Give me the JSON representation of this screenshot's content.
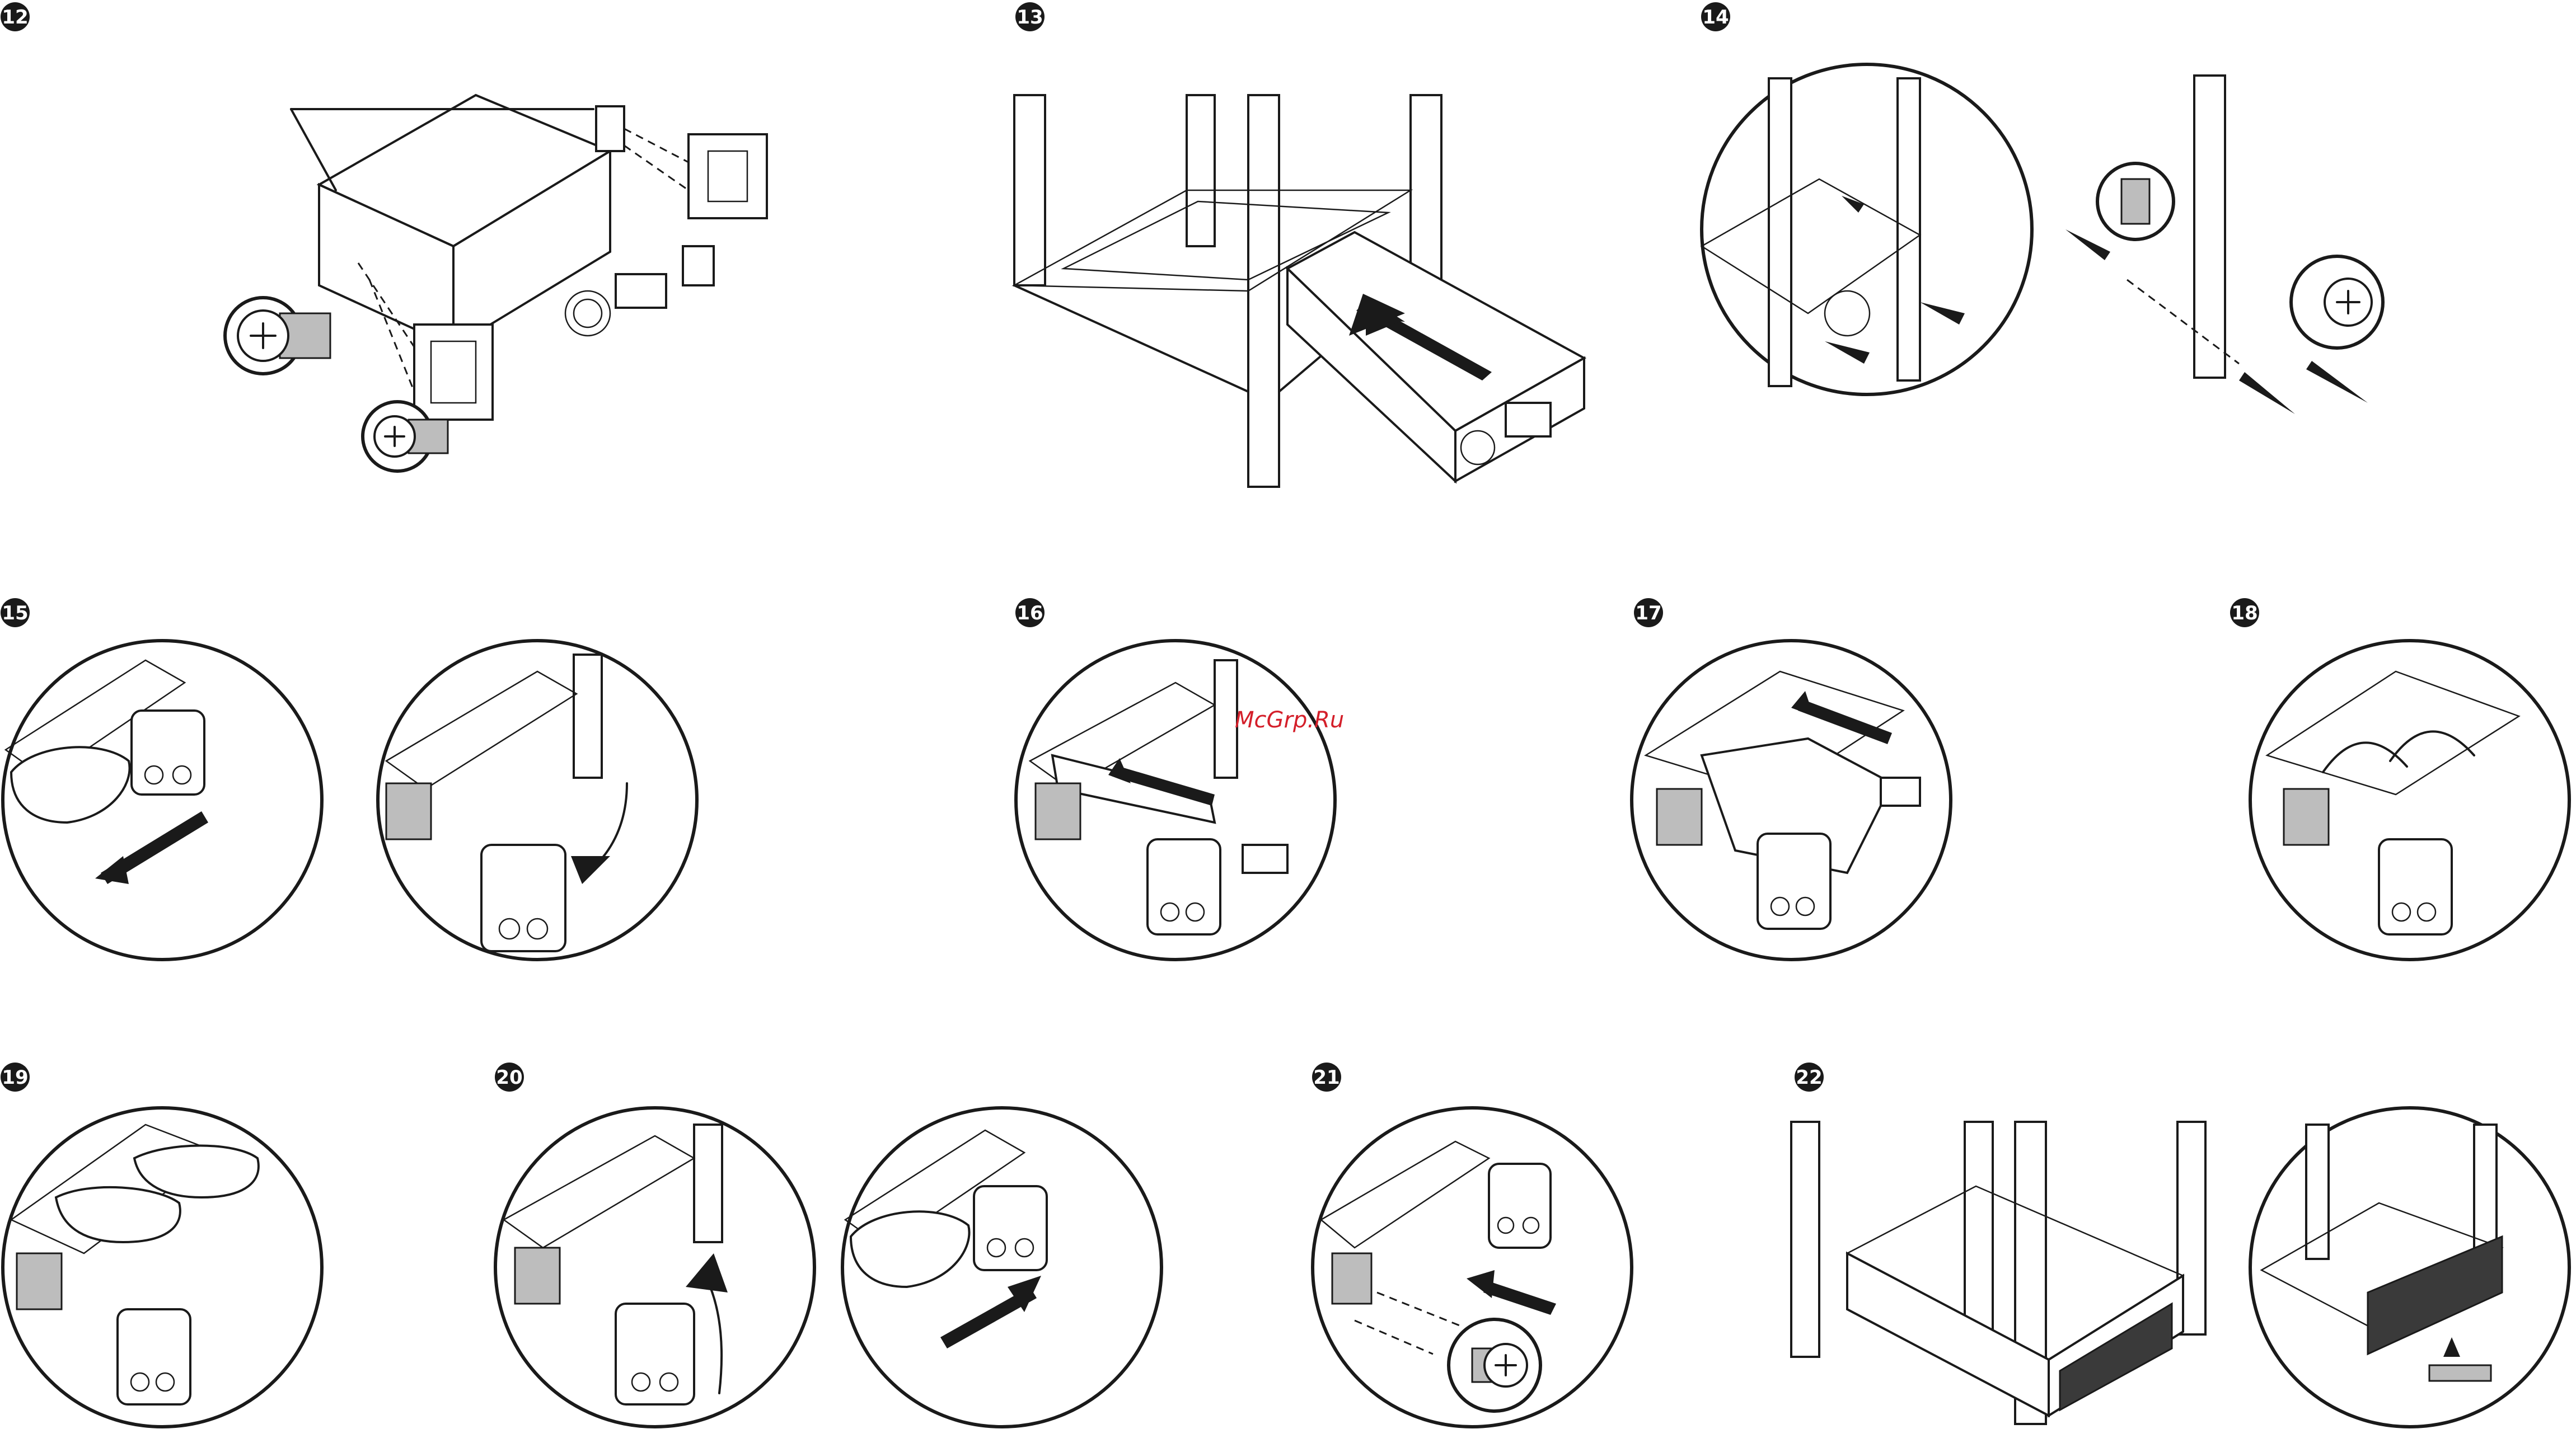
{
  "steps": [
    {
      "id": "12",
      "label": "12"
    },
    {
      "id": "13",
      "label": "13"
    },
    {
      "id": "14",
      "label": "14"
    },
    {
      "id": "15",
      "label": "15"
    },
    {
      "id": "16",
      "label": "16"
    },
    {
      "id": "17",
      "label": "17"
    },
    {
      "id": "18",
      "label": "18"
    },
    {
      "id": "19",
      "label": "19"
    },
    {
      "id": "20",
      "label": "20"
    },
    {
      "id": "21",
      "label": "21"
    },
    {
      "id": "22",
      "label": "22"
    }
  ],
  "watermark": "McGrp.Ru"
}
